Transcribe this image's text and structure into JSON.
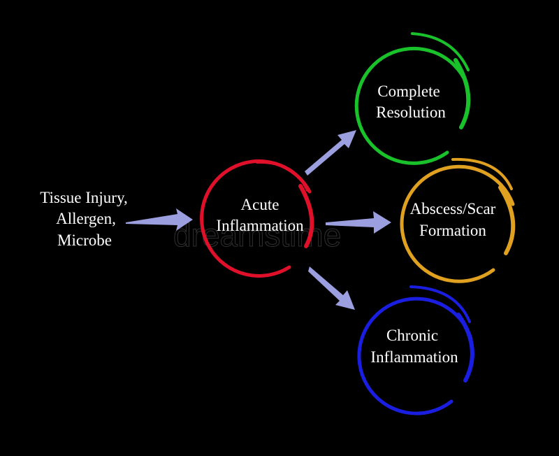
{
  "input": {
    "lines": [
      "Tissue Injury,",
      "Allergen,",
      "Microbe"
    ]
  },
  "center": {
    "lines": [
      "Acute",
      "Inflammation"
    ],
    "color": "#e0102a"
  },
  "outcomes": [
    {
      "lines": [
        "Complete",
        "Resolution"
      ],
      "color": "#19c22b"
    },
    {
      "lines": [
        "Abscess/Scar",
        "Formation"
      ],
      "color": "#e0a020"
    },
    {
      "lines": [
        "Chronic",
        "Inflammation"
      ],
      "color": "#1a1ee0"
    }
  ],
  "arrow_color": "#9b9fe0",
  "text_color": "#ffffff",
  "background": "#000000",
  "watermark": "dreamstime"
}
